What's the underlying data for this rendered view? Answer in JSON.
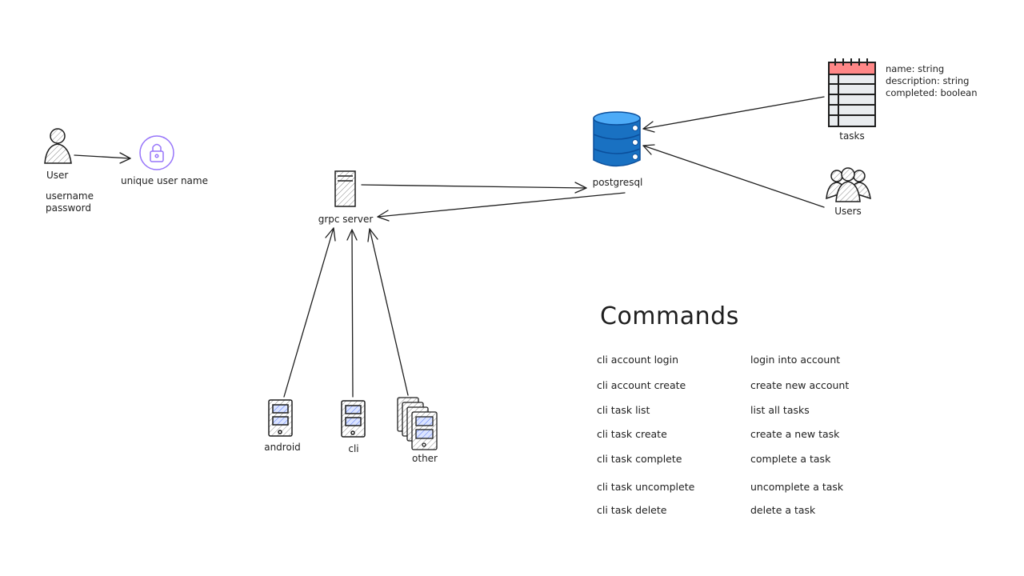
{
  "labels": {
    "user": "User",
    "user_fields": [
      "username",
      "password"
    ],
    "unique_user_name": "unique user name",
    "grpc_server": "grpc server",
    "postgresql": "postgresql",
    "tasks": "tasks",
    "users": "Users",
    "android": "android",
    "cli": "cli",
    "other": "other"
  },
  "task_schema": [
    "name: string",
    "description: string",
    "completed: boolean"
  ],
  "commands": {
    "title": "Commands",
    "rows": [
      {
        "cmd": "cli account login",
        "desc": "login into account"
      },
      {
        "cmd": "cli account create",
        "desc": "create new account"
      },
      {
        "cmd": "cli task list",
        "desc": "list all tasks"
      },
      {
        "cmd": "cli task create",
        "desc": "create a new task"
      },
      {
        "cmd": "cli task complete",
        "desc": "complete a task"
      },
      {
        "cmd": "cli task uncomplete",
        "desc": "uncomplete a task"
      },
      {
        "cmd": "cli task delete",
        "desc": "delete a task"
      }
    ]
  },
  "colors": {
    "ink": "#1e1e1e",
    "db_blue": "#1971c2",
    "lock_purple": "#9775fa",
    "table_header": "#ff8787",
    "table_body": "#e9ecef"
  }
}
